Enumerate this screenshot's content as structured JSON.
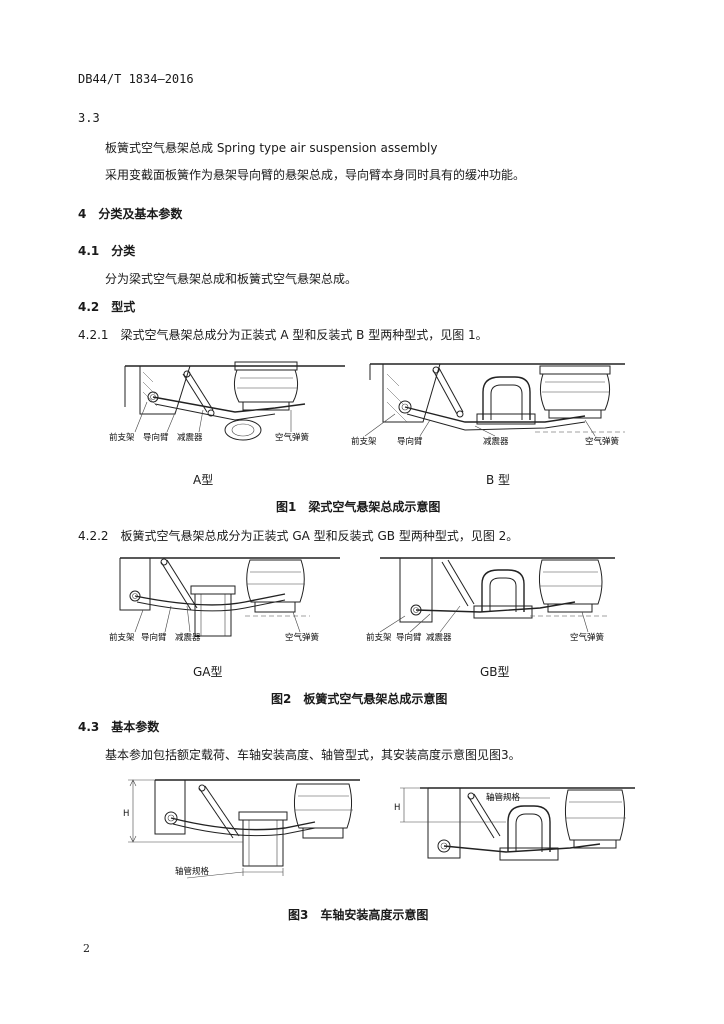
{
  "header": {
    "doc_id": "DB44/T 1834—2016"
  },
  "sec_3_3": {
    "num": "3.3",
    "term": "板簧式空气悬架总成 Spring type air suspension assembly",
    "definition": "采用变截面板簧作为悬架导向臂的悬架总成，导向臂本身同时具有的缓冲功能。"
  },
  "sec_4": {
    "heading": "4　分类及基本参数"
  },
  "sec_4_1": {
    "heading": "4.1　分类",
    "text": "分为梁式空气悬架总成和板簧式空气悬架总成。"
  },
  "sec_4_2": {
    "heading": "4.2　型式"
  },
  "sec_4_2_1": {
    "text": "4.2.1　梁式空气悬架总成分为正装式 A 型和反装式 B 型两种型式，见图 1。"
  },
  "figure1": {
    "left": {
      "labels": [
        "前支架",
        "导向臂",
        "减震器",
        "空气弹簧"
      ],
      "sub": "A型"
    },
    "right": {
      "labels": [
        "前支架",
        "导向臂",
        "减震器",
        "空气弹簧"
      ],
      "sub": "B 型"
    },
    "caption": "图1　梁式空气悬架总成示意图"
  },
  "sec_4_2_2": {
    "text": "4.2.2　板簧式空气悬架总成分为正装式 GA 型和反装式 GB 型两种型式，见图 2。"
  },
  "figure2": {
    "left": {
      "labels": [
        "前支架",
        "导向臂",
        "减震器",
        "空气弹簧"
      ],
      "sub": "GA型"
    },
    "right": {
      "labels": [
        "前支架",
        "导向臂",
        "减震器",
        "空气弹簧"
      ],
      "sub": "GB型"
    },
    "caption": "图2　板簧式空气悬架总成示意图"
  },
  "sec_4_3": {
    "heading": "4.3　基本参数",
    "text": "基本参加包括额定载荷、车轴安装高度、轴管型式，其安装高度示意图见图3。"
  },
  "figure3": {
    "left": {
      "label_axle": "轴管规格",
      "dim": "H"
    },
    "right": {
      "label_axle": "轴管规格",
      "dim": "H"
    },
    "caption": "图3　车轴安装高度示意图"
  },
  "footer": {
    "page_number": "2"
  }
}
